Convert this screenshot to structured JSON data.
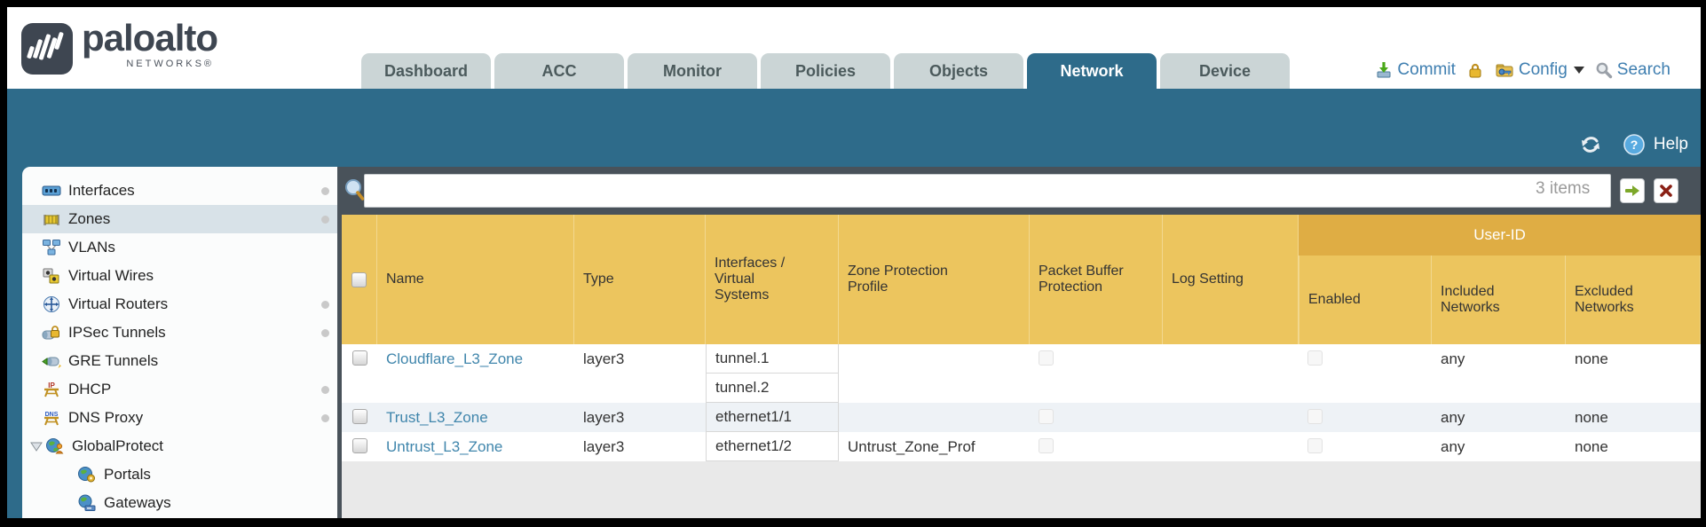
{
  "header": {
    "logo": {
      "brand": "paloalto",
      "sub": "NETWORKS®"
    },
    "tabs": [
      {
        "label": "Dashboard",
        "active": false
      },
      {
        "label": "ACC",
        "active": false
      },
      {
        "label": "Monitor",
        "active": false
      },
      {
        "label": "Policies",
        "active": false
      },
      {
        "label": "Objects",
        "active": false
      },
      {
        "label": "Network",
        "active": true
      },
      {
        "label": "Device",
        "active": false
      }
    ],
    "utilities": {
      "commit": "Commit",
      "config": "Config",
      "search": "Search"
    }
  },
  "banner": {
    "help": "Help"
  },
  "sidebar": {
    "items": [
      {
        "label": "Interfaces",
        "icon": "interfaces-icon",
        "dot": true,
        "selected": false
      },
      {
        "label": "Zones",
        "icon": "zones-icon",
        "dot": true,
        "selected": true
      },
      {
        "label": "VLANs",
        "icon": "vlans-icon",
        "dot": false,
        "selected": false
      },
      {
        "label": "Virtual Wires",
        "icon": "virtual-wires-icon",
        "dot": false,
        "selected": false
      },
      {
        "label": "Virtual Routers",
        "icon": "virtual-routers-icon",
        "dot": true,
        "selected": false
      },
      {
        "label": "IPSec Tunnels",
        "icon": "ipsec-tunnels-icon",
        "dot": true,
        "selected": false
      },
      {
        "label": "GRE Tunnels",
        "icon": "gre-tunnels-icon",
        "dot": false,
        "selected": false
      },
      {
        "label": "DHCP",
        "icon": "dhcp-icon",
        "dot": true,
        "selected": false
      },
      {
        "label": "DNS Proxy",
        "icon": "dns-proxy-icon",
        "dot": true,
        "selected": false
      },
      {
        "label": "GlobalProtect",
        "icon": "globalprotect-icon",
        "dot": false,
        "selected": false,
        "expandable": true
      },
      {
        "label": "Portals",
        "icon": "portals-icon",
        "dot": false,
        "selected": false,
        "indent": true
      },
      {
        "label": "Gateways",
        "icon": "gateways-icon",
        "dot": false,
        "selected": false,
        "indent": true
      }
    ]
  },
  "toolbar": {
    "items_count": "3 items"
  },
  "table": {
    "group_header": "User-ID",
    "columns": {
      "name": "Name",
      "type": "Type",
      "interfaces": "Interfaces / Virtual Systems",
      "zone_protection_profile": "Zone Protection Profile",
      "packet_buffer_protection": "Packet Buffer Protection",
      "log_setting": "Log Setting",
      "enabled": "Enabled",
      "included_networks": "Included Networks",
      "excluded_networks": "Excluded Networks"
    },
    "rows": [
      {
        "name": "Cloudflare_L3_Zone",
        "type": "layer3",
        "interfaces": [
          "tunnel.1",
          "tunnel.2"
        ],
        "zone_protection_profile": "",
        "log_setting": "",
        "included_networks": "any",
        "excluded_networks": "none"
      },
      {
        "name": "Trust_L3_Zone",
        "type": "layer3",
        "interfaces": [
          "ethernet1/1"
        ],
        "zone_protection_profile": "",
        "log_setting": "",
        "included_networks": "any",
        "excluded_networks": "none"
      },
      {
        "name": "Untrust_L3_Zone",
        "type": "layer3",
        "interfaces": [
          "ethernet1/2"
        ],
        "zone_protection_profile": "Untrust_Zone_Prof",
        "log_setting": "",
        "included_networks": "any",
        "excluded_networks": "none"
      }
    ]
  },
  "colors": {
    "accent_teal": "#2e6b8a",
    "header_gold": "#ecc55e",
    "group_gold": "#dfad44",
    "toolbar_gray": "#49525a",
    "link_blue": "#4086ac",
    "selected_row": "#d8e2e8",
    "alt_row": "#eef2f6",
    "utility_blue": "#3e7eb0",
    "tab_inactive": "#cbd5d6"
  }
}
